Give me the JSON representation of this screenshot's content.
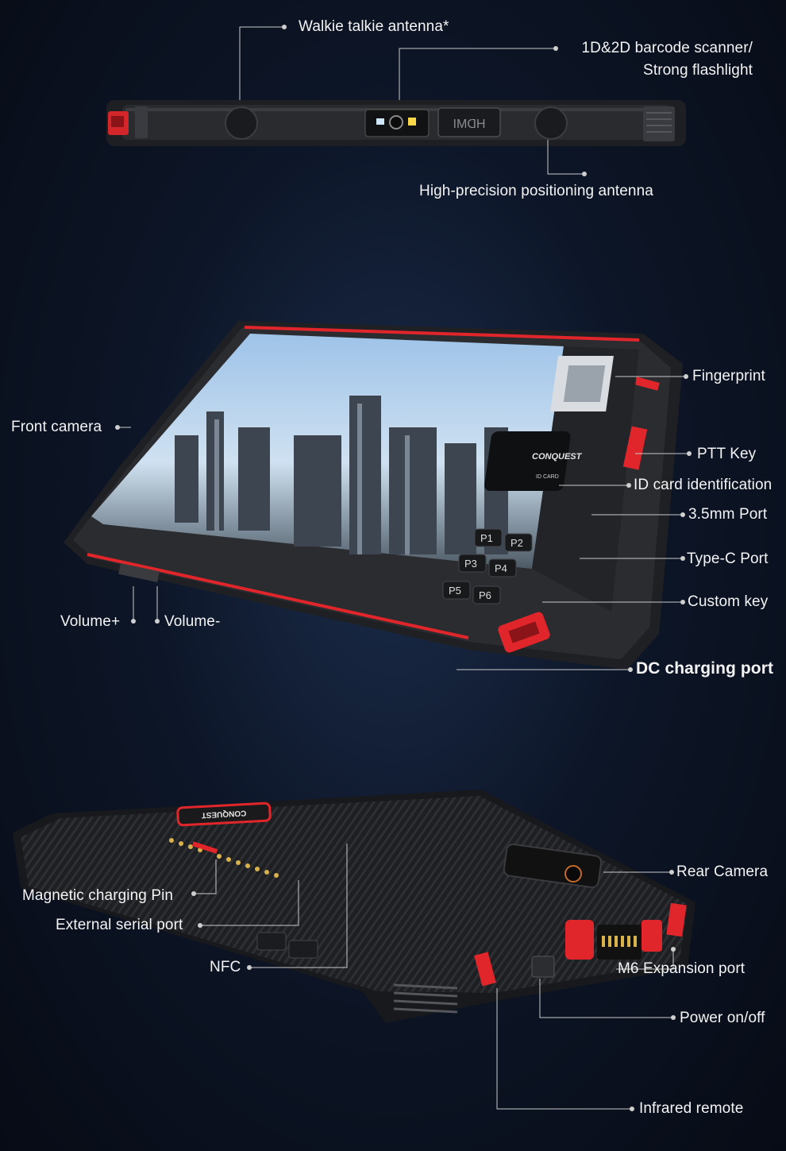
{
  "top_view": {
    "walkie_talkie_antenna": "Walkie talkie antenna*",
    "barcode_scanner_line1": "1D&2D barcode scanner/",
    "barcode_scanner_line2": "Strong flashlight",
    "positioning_antenna": "High-precision positioning antenna",
    "hdmi_text": "HDMI"
  },
  "front_view": {
    "fingerprint": "Fingerprint",
    "ptt_key": "PTT Key",
    "id_card": "ID card identification",
    "audio_port": "3.5mm Port",
    "typec_port": "Type-C Port",
    "custom_key": "Custom key",
    "dc_port": "DC charging port",
    "front_camera": "Front camera",
    "volume_plus": "Volume+",
    "volume_minus": "Volume-",
    "brand": "CONQUEST",
    "nfc_badge": "ID CARD",
    "keys": [
      "P1",
      "P2",
      "P3",
      "P4",
      "P5",
      "P6"
    ]
  },
  "back_view": {
    "rear_camera": "Rear Camera",
    "magnetic_pin": "Magnetic charging Pin",
    "serial_port": "External serial port",
    "nfc": "NFC",
    "m6_port": "M6 Expansion port",
    "power": "Power on/off",
    "infrared": "Infrared remote",
    "brand": "CONQUEST"
  },
  "colors": {
    "accent_red": "#e0262b",
    "body_black": "#1c1c1e",
    "background": "#0d1628"
  }
}
